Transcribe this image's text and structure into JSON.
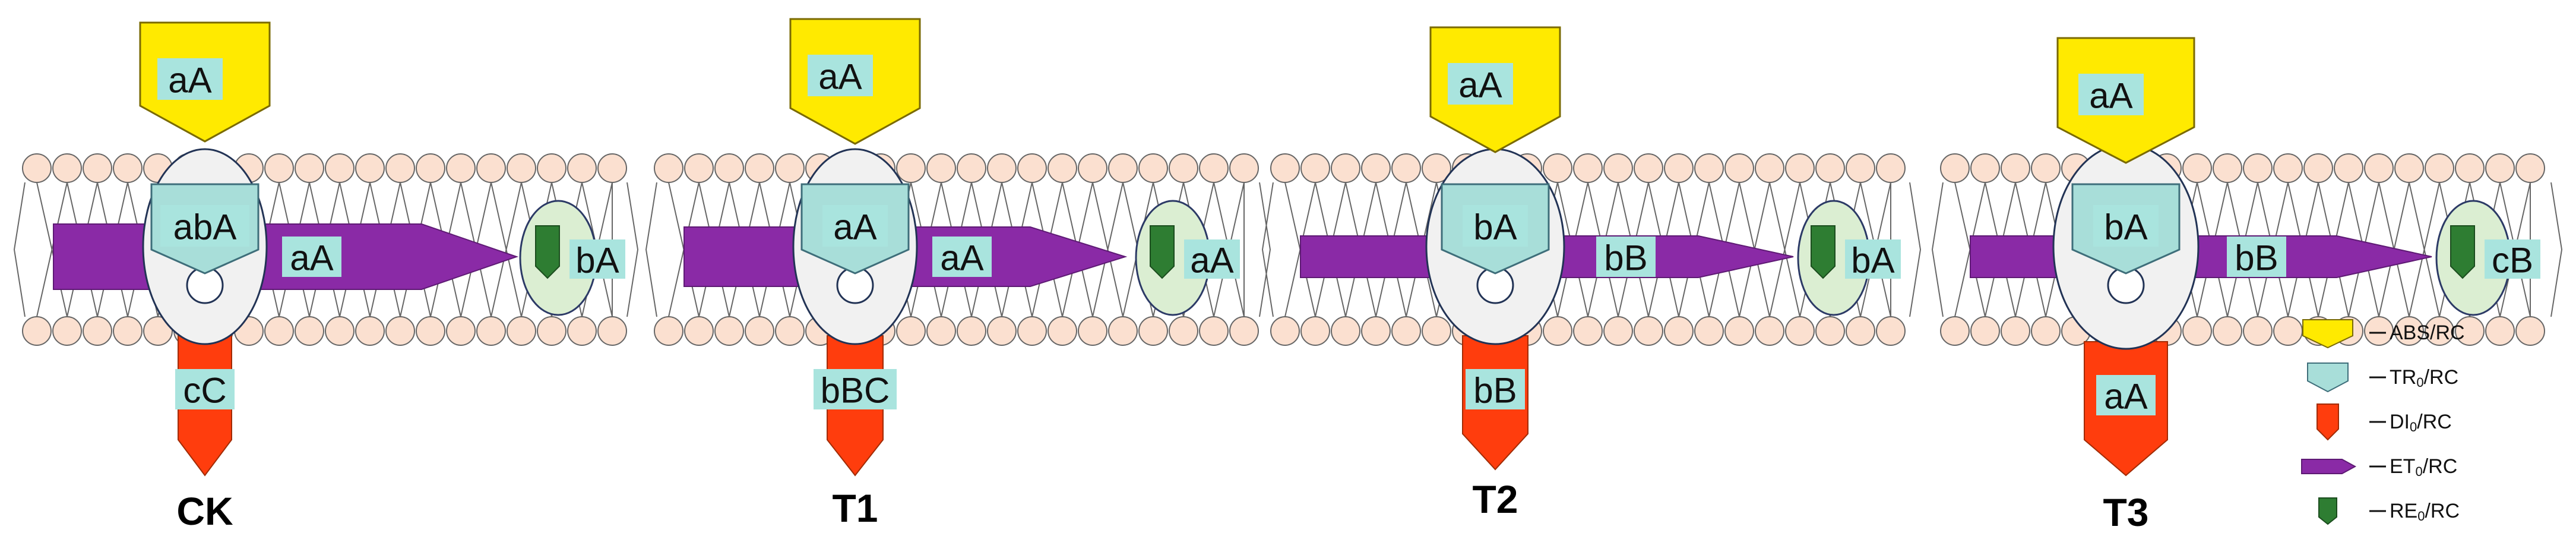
{
  "colors": {
    "absorption": "#ffea00",
    "trapping": "#a8ded9",
    "dissipation": "#ff3d0d",
    "electron_transport": "#8a2aa6",
    "reduction": "#2e7d32",
    "label_highlight": "#a9e4de",
    "lipid_head": "#fbe0d0",
    "lipid_stroke": "#666666",
    "rc_fill": "#f1f1f1",
    "rc_stroke": "#223355",
    "re_ellipse_fill": "#dbeed2",
    "re_ellipse_stroke": "#2c3a66"
  },
  "panels": [
    {
      "title": "CK",
      "abs_label": "aA",
      "tr_label": "abA",
      "et_label": "aA",
      "re_label": "bA",
      "di_label": "cC"
    },
    {
      "title": "T1",
      "abs_label": "aA",
      "tr_label": "aA",
      "et_label": "aA",
      "re_label": "aA",
      "di_label": "bBC"
    },
    {
      "title": "T2",
      "abs_label": "aA",
      "tr_label": "bA",
      "et_label": "bB",
      "re_label": "bA",
      "di_label": "bB"
    },
    {
      "title": "T3",
      "abs_label": "aA",
      "tr_label": "bA",
      "et_label": "bB",
      "re_label": "cB",
      "di_label": "aA"
    }
  ],
  "legend": [
    {
      "icon": "absorption-icon",
      "label": "ABS/RC"
    },
    {
      "icon": "trapping-icon",
      "label_main": "TR",
      "label_sub": "0",
      "label_tail": "/RC"
    },
    {
      "icon": "dissipation-icon",
      "label_main": "DI",
      "label_sub": "0",
      "label_tail": "/RC"
    },
    {
      "icon": "electron-transport-icon",
      "label_main": "ET",
      "label_sub": "0",
      "label_tail": "/RC"
    },
    {
      "icon": "reduction-icon",
      "label_main": "RE",
      "label_sub": "0",
      "label_tail": "/RC"
    }
  ]
}
